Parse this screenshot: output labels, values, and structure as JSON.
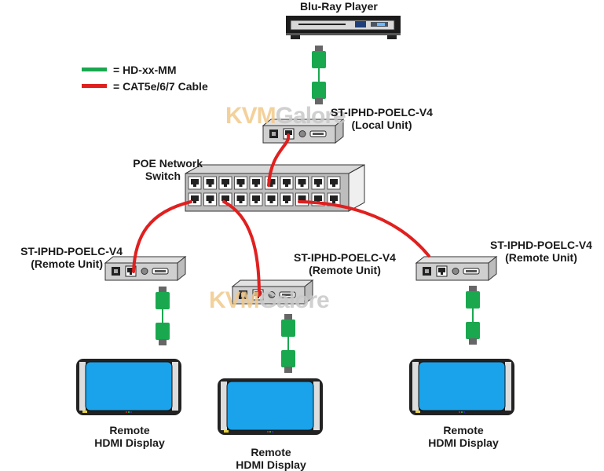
{
  "legend": {
    "items": [
      {
        "label": "= HD-xx-MM",
        "color": "#1aa84f"
      },
      {
        "label": "= CAT5e/6/7 Cable",
        "color": "#e0201f"
      }
    ]
  },
  "source": {
    "label": "Blu-Ray Player"
  },
  "local_unit": {
    "model": "ST-IPHD-POELC-V4",
    "role": "(Local Unit)"
  },
  "switch": {
    "line1": "POE Network",
    "line2": "Switch"
  },
  "remote_units": [
    {
      "model": "ST-IPHD-POELC-V4",
      "role": "(Remote Unit)"
    },
    {
      "model": "ST-IPHD-POELC-V4",
      "role": "(Remote Unit)"
    },
    {
      "model": "ST-IPHD-POELC-V4",
      "role": "(Remote Unit)"
    }
  ],
  "displays": [
    {
      "line1": "Remote",
      "line2": "HDMI Display"
    },
    {
      "line1": "Remote",
      "line2": "HDMI Display"
    },
    {
      "line1": "Remote",
      "line2": "HDMI Display"
    }
  ],
  "watermark": {
    "part1": "KVM",
    "part2": "Galore"
  },
  "colors": {
    "hdmi": "#1aa84f",
    "cat": "#e0201f",
    "screen": "#1aa3ea",
    "device": "#c9c9c9"
  }
}
